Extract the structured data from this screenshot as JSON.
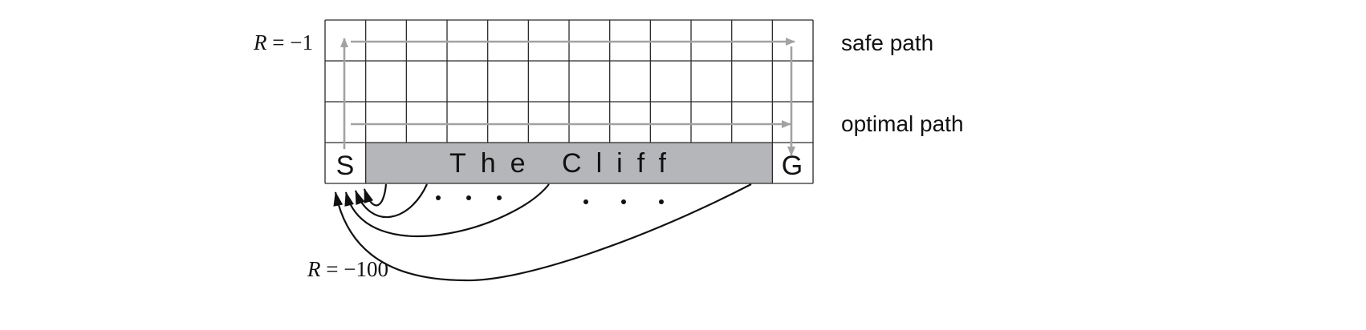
{
  "grid": {
    "columns": 12,
    "rows": 4,
    "start_label": "S",
    "goal_label": "G",
    "cliff_label": "The Cliff"
  },
  "paths": {
    "safe_label": "safe path",
    "optimal_label": "optimal path"
  },
  "rewards": {
    "step_symbol": "R",
    "step_value": " = −1",
    "cliff_symbol": "R",
    "cliff_value": " = −100"
  },
  "colors": {
    "grid": "#2a2a2a",
    "cliff_fill": "#b5b6b9",
    "path": "#a2a2a2",
    "fall_arrow": "#111111"
  }
}
